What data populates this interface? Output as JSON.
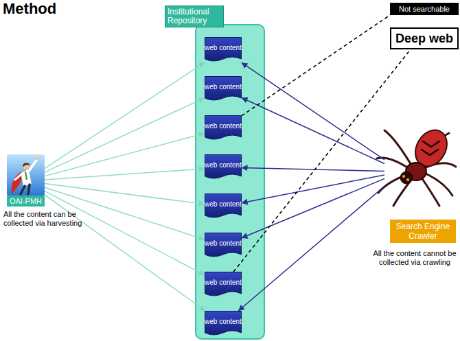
{
  "diagram": {
    "title": "Method",
    "nodes": [
      {
        "text": [
          "Institutional Repository"
        ]
      },
      {
        "text": [
          "web content"
        ],
        "in": 0
      },
      {
        "text": [
          "web content"
        ],
        "in": 0
      },
      {
        "text": [
          "web content"
        ],
        "in": 0
      },
      {
        "text": [
          "web content"
        ],
        "in": 0
      },
      {
        "text": [
          "web content"
        ],
        "in": 0
      },
      {
        "text": [
          "web content"
        ],
        "in": 0
      },
      {
        "text": [
          "web content"
        ],
        "in": 0
      },
      {
        "text": [
          "web content"
        ],
        "in": 0
      },
      {
        "text": [
          "OAI-PMH",
          "All the content can be collected via harvesting"
        ]
      },
      {
        "text": [
          "Search Engine Crawler",
          "All the content cannot be collected via crawling"
        ]
      },
      {
        "text": [
          "Not searchable"
        ]
      },
      {
        "text": [
          "Deep web"
        ]
      }
    ],
    "edges": [
      {
        "from": 9,
        "to": 1,
        "arrow": "to"
      },
      {
        "from": 9,
        "to": 2,
        "arrow": "to"
      },
      {
        "from": 9,
        "to": 3,
        "arrow": "to"
      },
      {
        "from": 9,
        "to": 4,
        "arrow": "to"
      },
      {
        "from": 9,
        "to": 5,
        "arrow": "to"
      },
      {
        "from": 9,
        "to": 6,
        "arrow": "to"
      },
      {
        "from": 9,
        "to": 7,
        "arrow": "to"
      },
      {
        "from": 9,
        "to": 8,
        "arrow": "to"
      },
      {
        "from": 10,
        "to": 1,
        "arrow": "to"
      },
      {
        "from": 10,
        "to": 2,
        "arrow": "to"
      },
      {
        "from": 10,
        "to": 4,
        "arrow": "to"
      },
      {
        "from": 10,
        "to": 5,
        "arrow": "to"
      },
      {
        "from": 10,
        "to": 6,
        "arrow": "to"
      },
      {
        "from": 10,
        "to": 8,
        "arrow": "to"
      },
      {
        "from": 3,
        "to": 11,
        "arrow": "none"
      },
      {
        "from": 7,
        "to": 12,
        "arrow": "none"
      }
    ]
  }
}
